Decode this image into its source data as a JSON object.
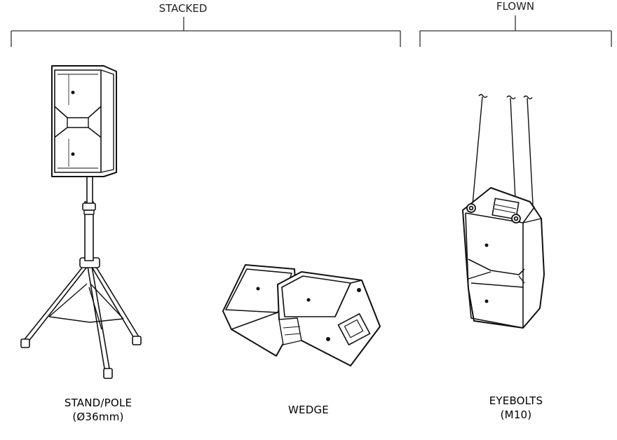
{
  "groups": {
    "stacked": "STACKED",
    "flown": "FLOWN"
  },
  "captions": {
    "stand_line1": "STAND/POLE",
    "stand_line2": "(Ø36mm)",
    "wedge": "WEDGE",
    "eyebolts_line1": "EYEBOLTS",
    "eyebolts_line2": "(M10)"
  },
  "colors": {
    "ink": "#000000",
    "paper": "#ffffff"
  }
}
